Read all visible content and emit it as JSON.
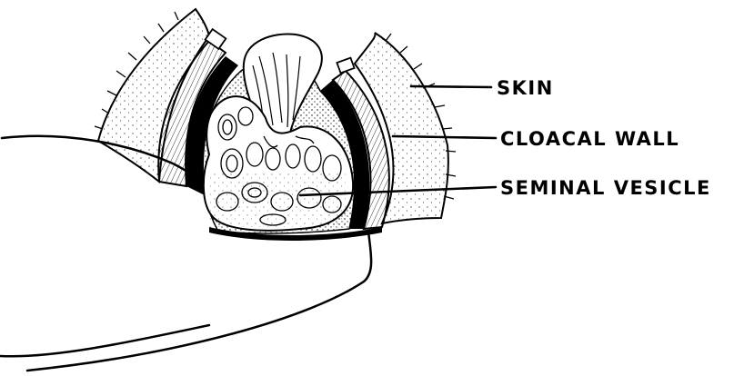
{
  "diagram": {
    "labels": {
      "skin": "SKIN",
      "cloacal_wall": "CLOACAL WALL",
      "seminal_vesicle": "SEMINAL VESICLE"
    },
    "colors": {
      "ink": "#000000",
      "paper": "#ffffff"
    }
  }
}
